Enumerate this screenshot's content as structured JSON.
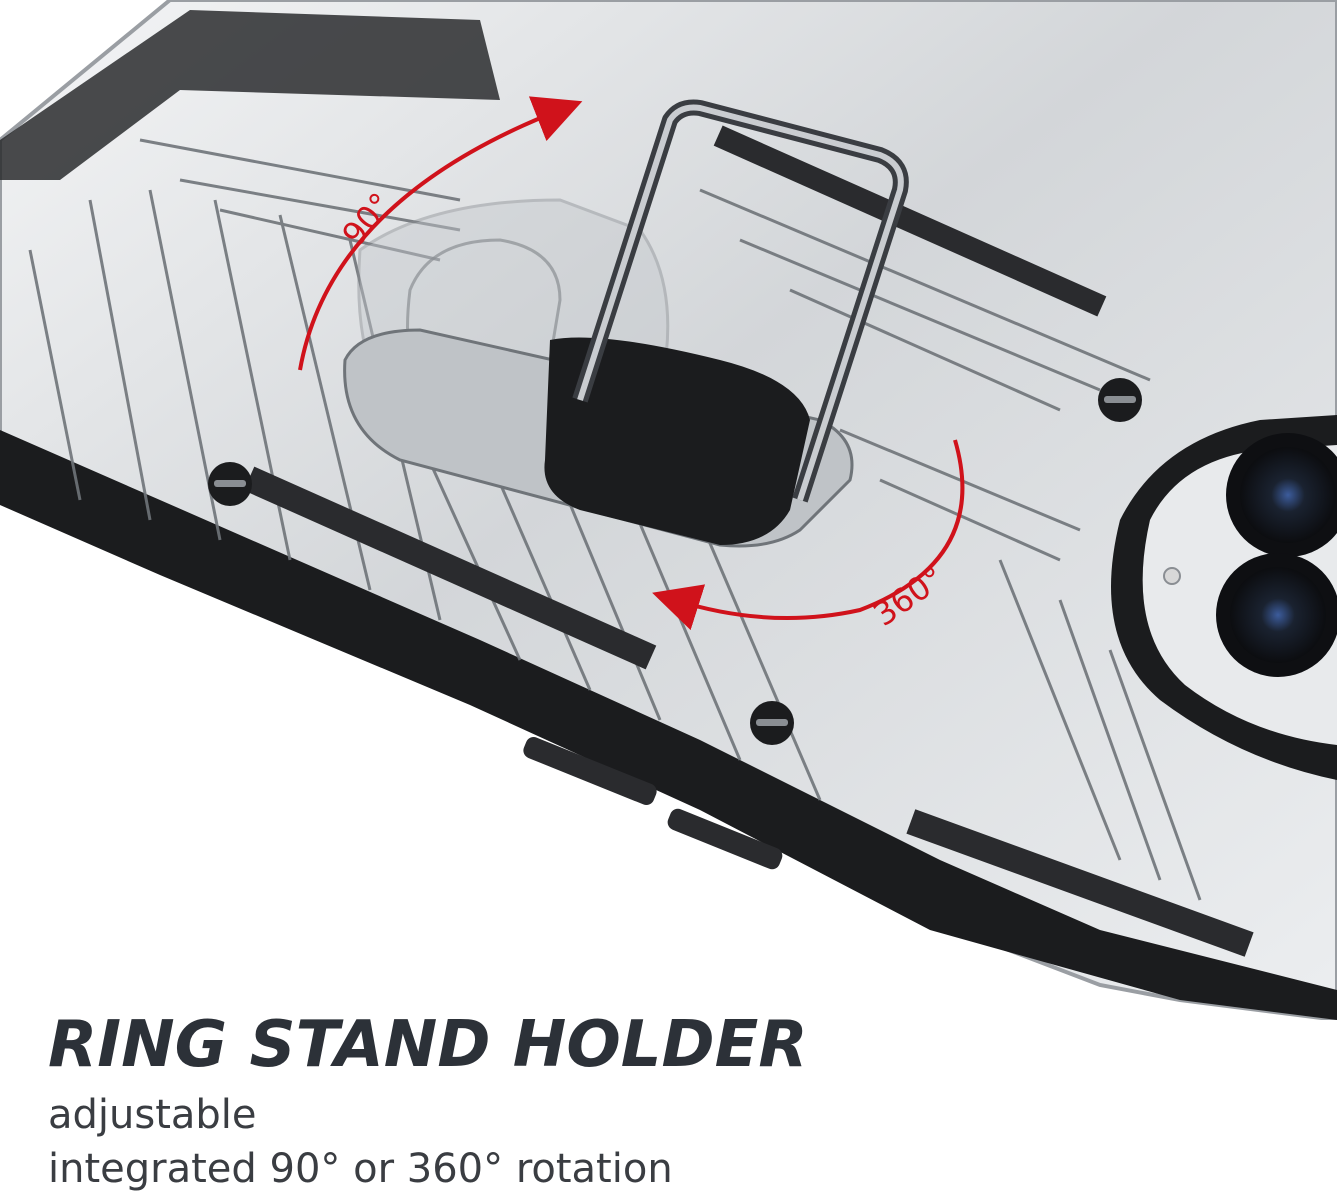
{
  "headline": "RING STAND HOLDER",
  "subtitle_line1": "adjustable",
  "subtitle_line2": "integrated 90° or 360° rotation",
  "rotation_labels": {
    "tilt": "90°",
    "spin": "360°"
  },
  "colors": {
    "headline": "#2c3138",
    "subtitle": "#3a3d42",
    "arrow": "#d0121b",
    "case_silver": "#d9dcdf",
    "case_dark": "#1b1c1e"
  }
}
